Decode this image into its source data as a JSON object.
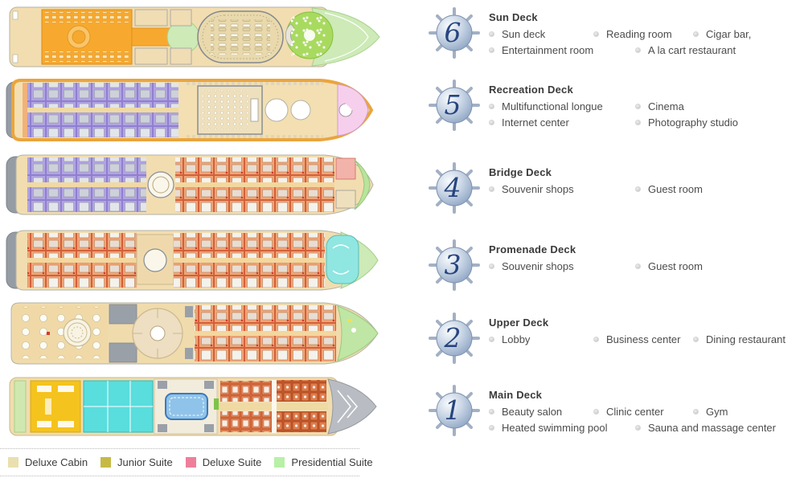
{
  "page": {
    "background": "#ffffff"
  },
  "icons": {
    "deck_badge": "ship-helm-badge",
    "amenity_bullet": "dot-bullet"
  },
  "decks": [
    {
      "number": "6",
      "title": "Sun Deck",
      "rows": [
        [
          "Sun deck",
          "Reading room",
          "Cigar bar,"
        ],
        [
          "Entertainment room",
          "A la cart restaurant"
        ]
      ]
    },
    {
      "number": "5",
      "title": "Recreation Deck",
      "rows": [
        [
          "Multifunctional longue",
          "Cinema"
        ],
        [
          "Internet center",
          "Photography studio"
        ]
      ]
    },
    {
      "number": "4",
      "title": "Bridge Deck",
      "rows": [
        [
          "Souvenir shops",
          "Guest room"
        ]
      ]
    },
    {
      "number": "3",
      "title": "Promenade Deck",
      "rows": [
        [
          "Souvenir shops",
          "Guest room"
        ]
      ]
    },
    {
      "number": "2",
      "title": "Upper Deck",
      "rows": [
        [
          "Lobby",
          "Business center",
          "Dining restaurant"
        ]
      ]
    },
    {
      "number": "1",
      "title": "Main Deck",
      "rows": [
        [
          "Beauty salon",
          "Clinic center",
          "Gym"
        ],
        [
          "Heated swimming pool",
          "Sauna and massage center"
        ]
      ]
    }
  ],
  "legend": [
    {
      "label": "Deluxe Cabin",
      "color": "#eadfae"
    },
    {
      "label": "Junior Suite",
      "color": "#c6ba45"
    },
    {
      "label": "Deluxe Suite",
      "color": "#ee7f9a"
    },
    {
      "label": "Presidential Suite",
      "color": "#b7f0a6"
    }
  ],
  "colors": {
    "badge_number": "#27457e",
    "hull": "#f1ddb0",
    "purple_cabins": "#b2a3e3",
    "orange_cabins": "#f0a576",
    "pool": "#8fc3ea",
    "sun_deck_green": "#a9da60"
  }
}
